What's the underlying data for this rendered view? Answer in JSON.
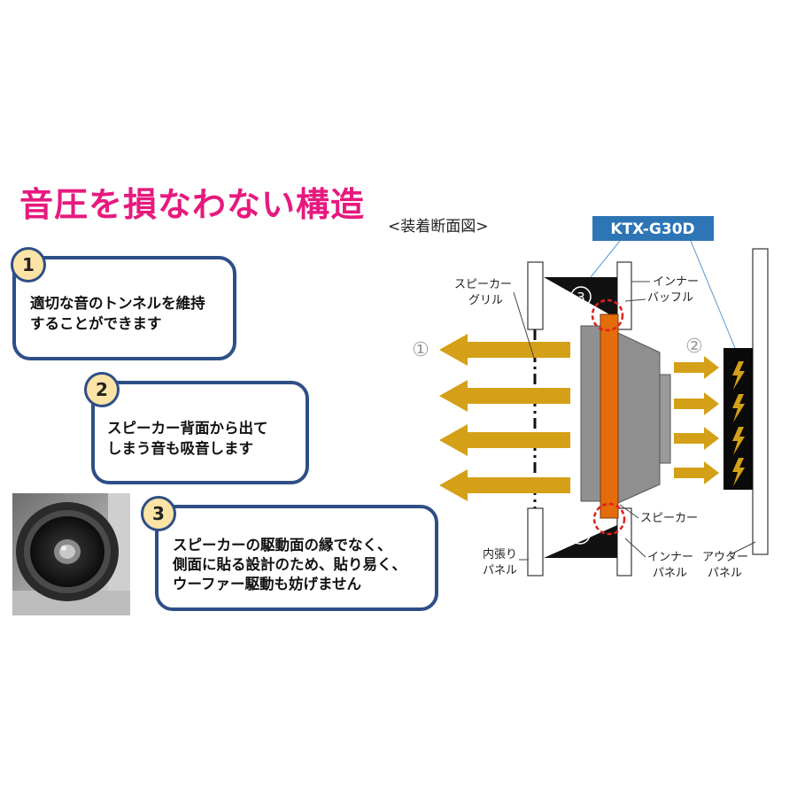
{
  "title": "音圧を損なわない構造",
  "points": [
    {
      "num": "1",
      "line1": "適切な音のトンネルを維持",
      "line2": "することができます"
    },
    {
      "num": "2",
      "line1": "スピーカー背面から出て",
      "line2": "しまう音も吸音します"
    },
    {
      "num": "3",
      "line1": "スピーカーの駆動面の縁でなく、",
      "line2": "側面に貼る設計のため、貼り易く、",
      "line3": "ウーファー駆動も妨げません"
    }
  ],
  "diagram": {
    "heading": "<装着断面図>",
    "product": "KTX-G30D",
    "arrow_front_marker": "①",
    "arrow_back_marker": "②",
    "part_marker": "3",
    "labels": {
      "grille_1": "スピーカー",
      "grille_2": "グリル",
      "inner_baffle_1": "インナー",
      "inner_baffle_2": "バッフル",
      "speaker": "スピーカー",
      "trim_1": "内張り",
      "trim_2": "パネル",
      "inner_panel_1": "インナー",
      "inner_panel_2": "パネル",
      "outer_panel_1": "アウター",
      "outer_panel_2": "パネル"
    },
    "colors": {
      "arrow": "#d4a017",
      "foam": "#e46c0a",
      "speaker": "#8f8f8f",
      "product_bg": "#2e75b6",
      "marker_ring": "#e02020"
    }
  },
  "photo": {
    "icon": "speaker-photo"
  },
  "colors": {
    "title": "#e6197e",
    "box_border": "#2e4f86",
    "badge_fill": "#fce4a6"
  }
}
